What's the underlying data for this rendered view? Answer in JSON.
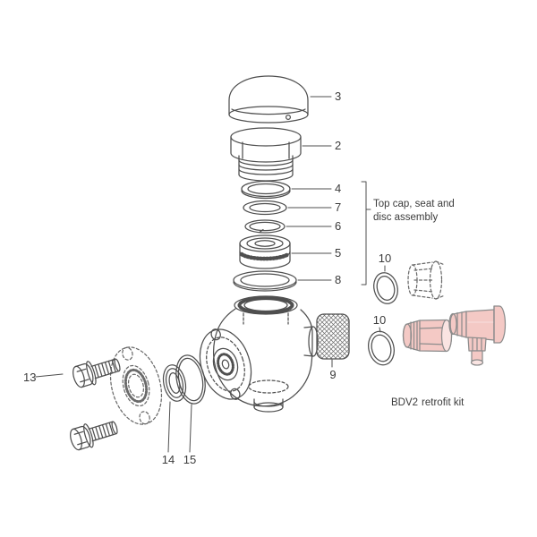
{
  "diagram": {
    "colors": {
      "line": "#4f4f4f",
      "kit_fill": "#f4c9c5",
      "kit_fill_light": "#fae4e2",
      "kit_stroke": "#8c8c8c"
    },
    "callouts": {
      "dome_cap": "3",
      "hex_cap": "2",
      "seat_ring": "4",
      "oring": "7",
      "snap_ring": "6",
      "disc_holder": "5",
      "body_ring": "8",
      "strainer": "9",
      "kit_oring_upper": "10",
      "kit_oring_lower": "10",
      "bolt": "13",
      "ring_inner": "14",
      "ring_outer": "15"
    },
    "annotations": {
      "group_label_line1": "Top cap, seat and",
      "group_label_line2": "disc assembly",
      "kit_label_bold": "BDV2",
      "kit_label_rest": "retrofit kit"
    }
  }
}
